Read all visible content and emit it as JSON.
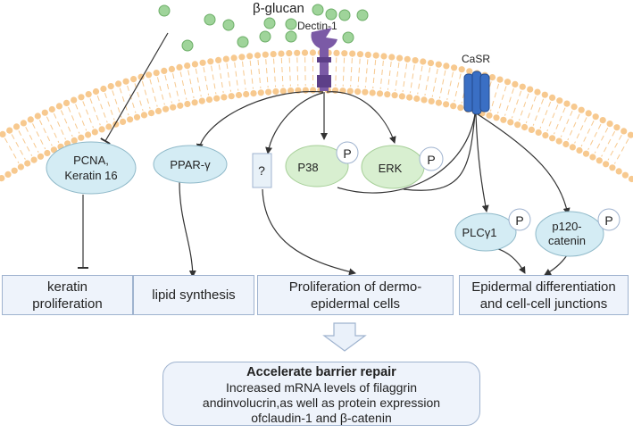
{
  "ligand": "β-glucan",
  "receptors": {
    "dectin": "Dectin-1",
    "casr": "CaSR"
  },
  "nodes": {
    "pcna": [
      "PCNA,",
      "Keratin 16"
    ],
    "ppar": "PPAR-γ",
    "unknown": "?",
    "p38": "P38",
    "erk": "ERK",
    "plc": "PLCγ1",
    "p120": [
      "p120-",
      "catenin"
    ],
    "phospho": "P"
  },
  "outcomes": {
    "keratin": "keratin proliferation",
    "lipid": "lipid synthesis",
    "prolif": "Proliferation of dermo-epidermal cells",
    "epidermal": "Epidermal differentiation and cell-cell junctions"
  },
  "final": {
    "title": "Accelerate barrier repair",
    "body": "Increased mRNA levels of filaggrin andinvolucrin,as well as protein expression ofclaudin-1 and β-catenin"
  },
  "colors": {
    "membrane": "#f7c98f",
    "green_particle": "#9fd49a",
    "ellipse_blue": "#d4ecf4",
    "ellipse_green": "#d8efd0",
    "dectin": "#7b5aa6",
    "casr": "#3a6fc4",
    "box_fill": "#eef3fb",
    "box_border": "#9fb3cf"
  }
}
